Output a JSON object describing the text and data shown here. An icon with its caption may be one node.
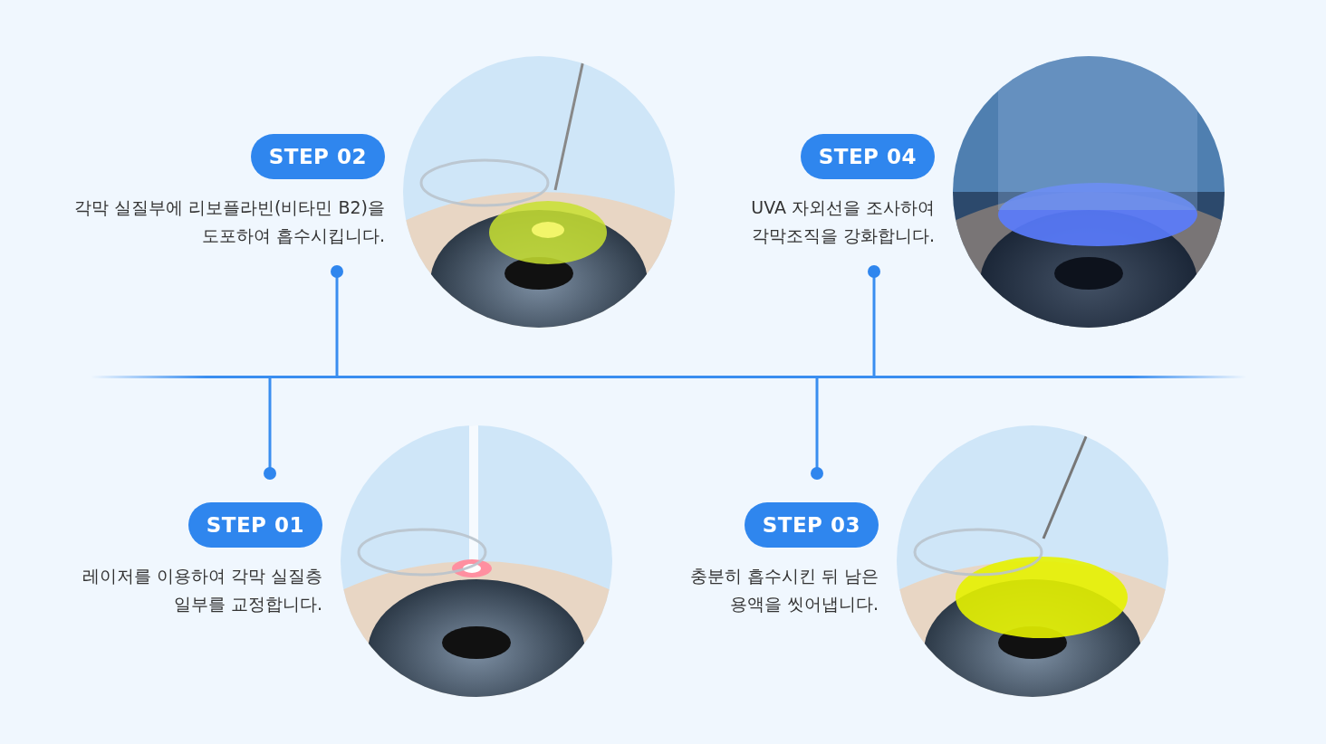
{
  "diagram": {
    "nodes": [
      {
        "text": [
          "STEP 02",
          "각막 실질부에 리보플라빈(비타민 B2)을 도포하여 흡수시킵니다."
        ]
      },
      {
        "text": [],
        "shape": "picture"
      },
      {
        "text": [
          "STEP 04",
          "UVA 자외선을 조사하여 각막조직을 강화합니다."
        ]
      },
      {
        "text": [],
        "shape": "picture"
      },
      {
        "text": [
          "STEP 01",
          "레이저를 이용하여 각막 실질층 일부를 교정합니다."
        ]
      },
      {
        "text": [],
        "shape": "picture"
      },
      {
        "text": [
          "STEP 03",
          "충분히 흡수시킨 뒤 남은 용액을 씻어냅니다."
        ]
      },
      {
        "text": [],
        "shape": "picture"
      }
    ]
  }
}
